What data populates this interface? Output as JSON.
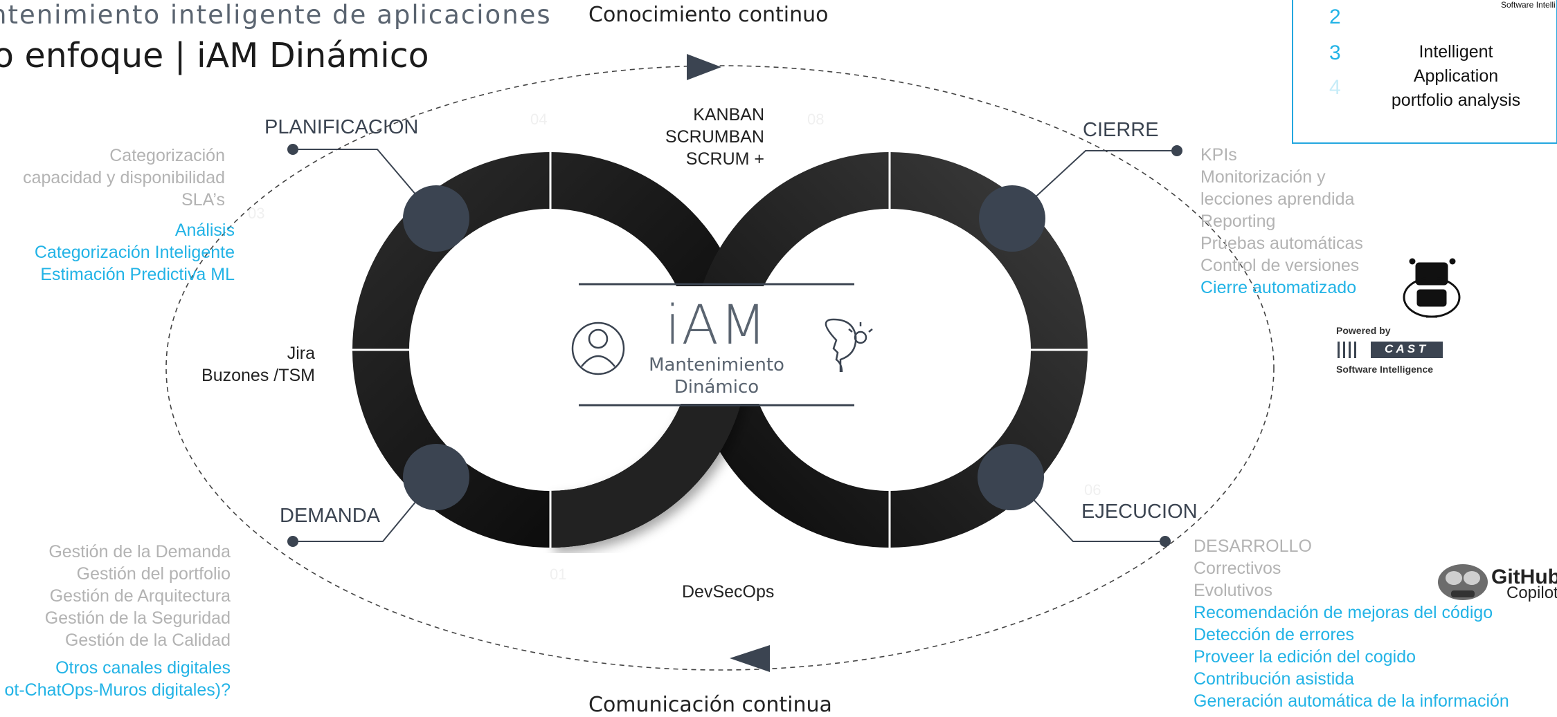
{
  "header": {
    "title_line1": "ntenimiento inteligente de aplicaciones",
    "title_line2": "o enfoque | iAM Dinámico"
  },
  "flow": {
    "top": "Conocimiento continuo",
    "bottom": "Comunicación continua"
  },
  "center": {
    "title": "iAM",
    "subtitle_line1": "Mantenimiento",
    "subtitle_line2": "Dinámico"
  },
  "phases": {
    "planificacion": "PLANIFICACION",
    "cierre": "CIERRE",
    "demanda": "DEMANDA",
    "ejecucion": "EJECUCION"
  },
  "segment_numbers": {
    "n04": "04",
    "n08": "08",
    "n03": "03",
    "n01": "01",
    "n06": "06"
  },
  "tools": {
    "methods": [
      "KANBAN",
      "SCRUMBAN",
      "SCRUM +"
    ],
    "channels": [
      "Jira",
      "Buzones /TSM"
    ],
    "devsecops": "DevSecOps"
  },
  "planificacion_list": {
    "gray": [
      "Categorización",
      "capacidad y disponibilidad",
      "SLA’s"
    ],
    "blue": [
      "Análisis",
      "Categorización Inteligente",
      "Estimación Predictiva ML"
    ]
  },
  "cierre_list": {
    "gray": [
      "KPIs",
      "Monitorización y",
      "lecciones aprendida",
      "Reporting",
      "Pruebas automáticas",
      "Control de versiones"
    ],
    "blue": [
      "Cierre automatizado"
    ]
  },
  "demanda_list": {
    "gray": [
      "Gestión de la Demanda",
      "Gestión del portfolio",
      "Gestión de Arquitectura",
      "Gestión de la Seguridad",
      "Gestión de la Calidad"
    ],
    "blue": [
      "Otros canales digitales",
      "ot-ChatOps-Muros digitales)?"
    ]
  },
  "ejecucion_list": {
    "gray": [
      "DESARROLLO",
      "Correctivos",
      "Evolutivos"
    ],
    "blue": [
      "Recomendación de mejoras del código",
      "Detección de errores",
      "Proveer la edición del cogido",
      "Contribución asistida",
      "Generación automática de la información"
    ]
  },
  "cast_panel": {
    "steps": [
      "2",
      "3",
      "4"
    ],
    "text": [
      "Intelligent",
      "Application",
      "portfolio analysis"
    ],
    "corner": "Software Intelli"
  },
  "cast_badge": {
    "powered_by": "Powered by",
    "brand": "C A S T",
    "tagline": "Software Intelligence"
  },
  "github": {
    "brand": "GitHub",
    "product": "Copilot"
  },
  "colors": {
    "accent_blue": "#22b3e6",
    "loop_dark": "#161616",
    "node": "#3b4451",
    "list_gray": "#b3b3b3"
  },
  "icons": [
    "user-icon",
    "head-bulb-icon",
    "robot-icon",
    "gears-head-icon",
    "copilot-icon",
    "arrow-right-icon",
    "arrow-left-icon"
  ]
}
